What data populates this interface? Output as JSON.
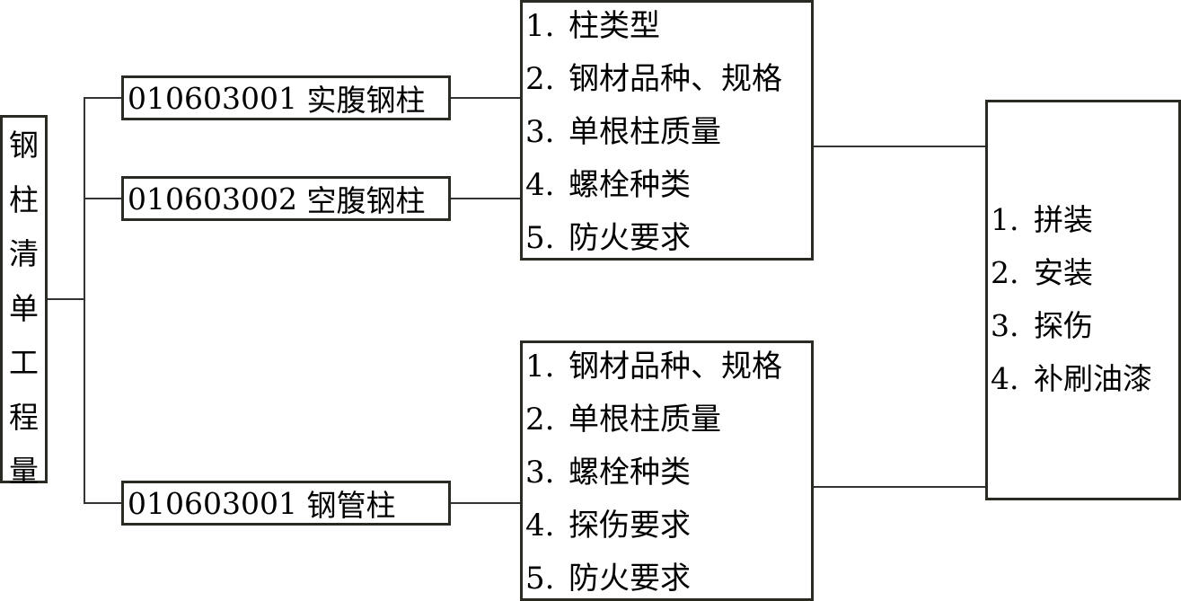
{
  "root": {
    "chars": [
      "钢",
      "柱",
      "清",
      "单",
      "工",
      "程",
      "量"
    ]
  },
  "items": [
    {
      "code": "010603001",
      "name": "实腹钢柱"
    },
    {
      "code": "010603002",
      "name": "空腹钢柱"
    },
    {
      "code": "010603001",
      "name": "钢管柱"
    }
  ],
  "features_top": [
    {
      "num": "1.",
      "text": "柱类型"
    },
    {
      "num": "2.",
      "text": "钢材品种、规格"
    },
    {
      "num": "3.",
      "text": "单根柱质量"
    },
    {
      "num": "4.",
      "text": "螺栓种类"
    },
    {
      "num": "5.",
      "text": "防火要求"
    }
  ],
  "features_bottom": [
    {
      "num": "1.",
      "text": "钢材品种、规格"
    },
    {
      "num": "2.",
      "text": "单根柱质量"
    },
    {
      "num": "3.",
      "text": "螺栓种类"
    },
    {
      "num": "4.",
      "text": "探伤要求"
    },
    {
      "num": "5.",
      "text": "防火要求"
    }
  ],
  "work": [
    {
      "num": "1.",
      "text": "拼装"
    },
    {
      "num": "2.",
      "text": "安装"
    },
    {
      "num": "3.",
      "text": "探伤"
    },
    {
      "num": "4.",
      "text": "补刷油漆"
    }
  ]
}
